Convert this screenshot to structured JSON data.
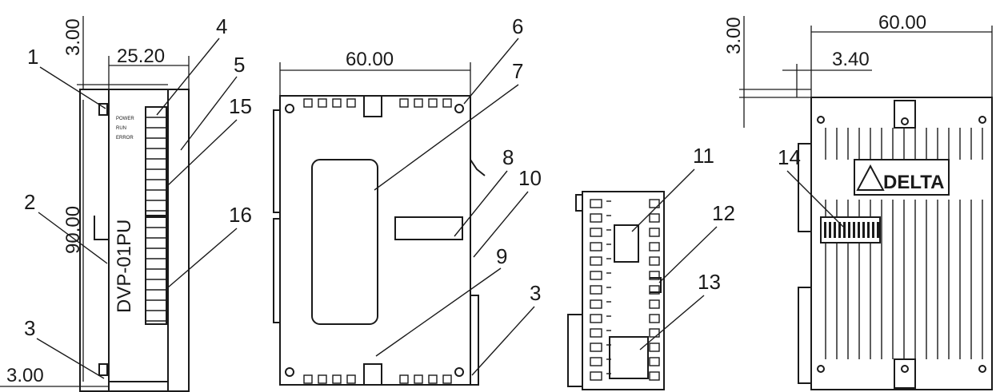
{
  "dimensions": {
    "top_gap": "3.00",
    "front_width": "25.20",
    "height": "90.00",
    "bottom_gap": "3.00",
    "side_width": "60.00",
    "rear_width": "60.00",
    "rear_top_gap": "3.00",
    "rear_offset": "3.40"
  },
  "front_panel": {
    "model_label": "DVP-01PU",
    "led_labels": [
      "POWER",
      "RUN",
      "ERROR"
    ]
  },
  "rear_panel": {
    "brand": "DELTA"
  },
  "callouts": [
    "1",
    "2",
    "3",
    "4",
    "5",
    "6",
    "7",
    "8",
    "9",
    "10",
    "11",
    "12",
    "13",
    "14",
    "15",
    "16",
    "3"
  ]
}
